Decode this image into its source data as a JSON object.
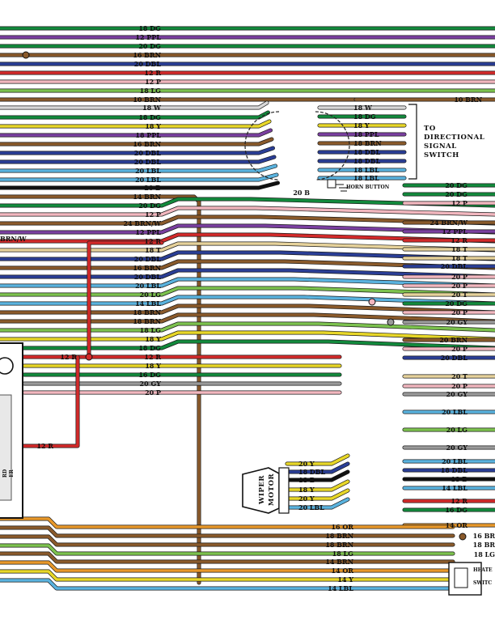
{
  "colors": {
    "DG": "#128a3c",
    "PPL": "#7a3fa0",
    "BRN": "#8a5a2b",
    "DBL": "#2a3e96",
    "R": "#d32a2a",
    "P": "#f2b7bf",
    "LG": "#7cc24e",
    "W": "#d8d8d8",
    "Y": "#e8d728",
    "LBL": "#5ab3df",
    "B": "#111111",
    "T": "#e6d29b",
    "GY": "#9a9a9a",
    "OR": "#e8982a"
  },
  "labels": {
    "top": [
      "18 DG",
      "12 PPL",
      "20 DG",
      "16 BRN",
      "20 DBL",
      "12 R",
      "12 P",
      "18 LG",
      "10 BRN",
      "18 W",
      "18 DG",
      "18 Y",
      "18 PPL",
      "16 BRN",
      "20 DBL",
      "20 DBL",
      "20 LBL",
      "20 LBL",
      "20 B",
      "14 BRN",
      "20 DG",
      "12 P",
      "24 BRN/W",
      "12 PPL",
      "12 R",
      "18 T",
      "20 DBL",
      "16 BRN",
      "20 DBL",
      "20 LBL",
      "20 LG",
      "14 LBL",
      "18 BRN",
      "18 BRN",
      "18 LG",
      "18 Y",
      "18 DG"
    ],
    "mid": [
      "12 R",
      "18 Y",
      "16 DG",
      "20 GY",
      "20 P"
    ],
    "switch": [
      "18 W",
      "18 DG",
      "18 Y",
      "18 PPL",
      "18 BRN",
      "18 DBL",
      "18 DBL",
      "18 LBL",
      "18 LBL"
    ],
    "right": [
      "20 DG",
      "20 DG",
      "12 P",
      "24 BRN/W",
      "12 PPL",
      "12 R",
      "18 T",
      "18 T",
      "20 DBL",
      "20 P",
      "20 P",
      "20 T",
      "20 DG",
      "20 P",
      "20 GY",
      "20 BRN",
      "20 P",
      "20 DBL",
      "20 T",
      "20 P",
      "20 GY",
      "20 LBL",
      "20 LG",
      "20 GY",
      "20 LBL",
      "18 DBL",
      "18 B",
      "14 LBL",
      "12 R",
      "16 DG",
      "14 OR"
    ],
    "wiper": [
      "20 Y",
      "18 DBL",
      "18 B",
      "18 Y",
      "20 Y",
      "20 LBL"
    ],
    "lower": [
      "16 OR",
      "18 BRN",
      "18 BRN",
      "18 LG",
      "14 BRN",
      "14 OR",
      "14 Y",
      "14 LBL"
    ],
    "lower_right": [
      "16 BR",
      "18 BR",
      "18 LG"
    ],
    "misc": {
      "ten_brn_right": "10 BRN",
      "brn_w_left": "BRN/W",
      "r_left_a": "12 R",
      "r_left_b": "12 R",
      "horn_wire": "20 B",
      "horn_button": "HORN BUTTON",
      "directional_line1": "TO",
      "directional_line2": "DIRECTIONAL",
      "directional_line3": "SIGNAL",
      "directional_line4": "SWITCH",
      "wiper_line1": "WIPER",
      "wiper_line2": "MOTOR",
      "heater_line1": "HEATE",
      "heater_line2": "SWITC",
      "left_box_line1": "RD",
      "left_box_line2": "ER"
    }
  }
}
